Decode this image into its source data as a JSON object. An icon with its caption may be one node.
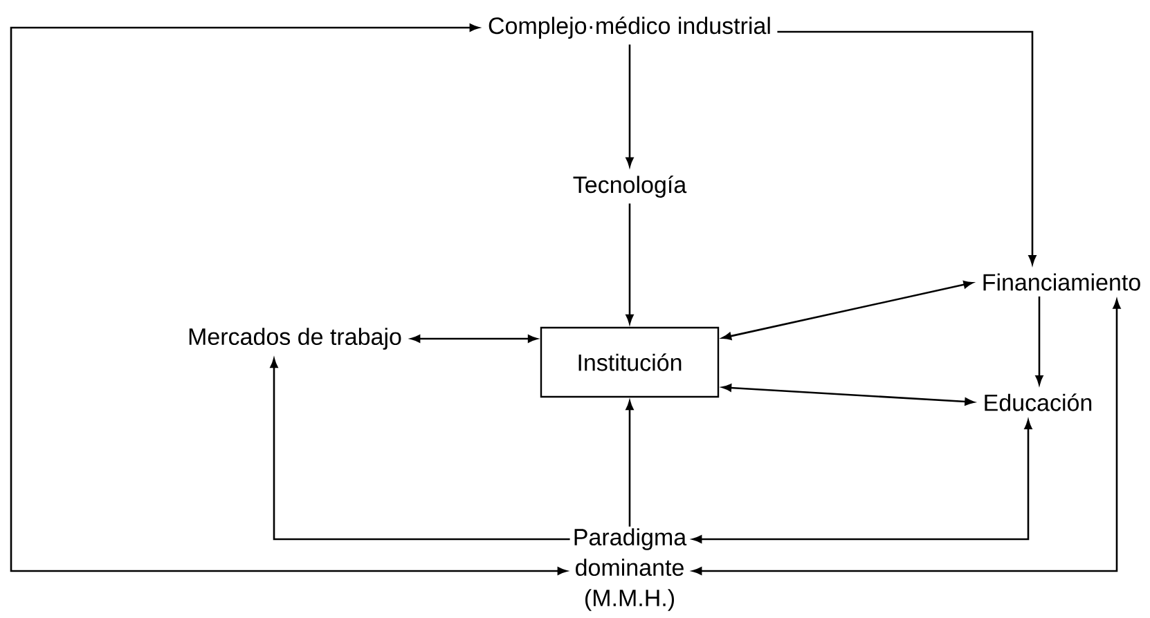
{
  "diagram": {
    "nodes": [
      {
        "text": [
          "Complejo·médico industrial"
        ]
      },
      {
        "text": [
          "Tecnología"
        ]
      },
      {
        "text": [
          "Institución"
        ]
      },
      {
        "text": [
          "Mercados de trabajo"
        ]
      },
      {
        "text": [
          "Financiamiento"
        ]
      },
      {
        "text": [
          "Educación"
        ]
      },
      {
        "text": [
          "Paradigma dominante (M.M.H.)"
        ]
      }
    ],
    "edges": [
      {
        "from": 6,
        "to": 0,
        "arrow": "both"
      },
      {
        "from": 0,
        "to": 1,
        "arrow": "to"
      },
      {
        "from": 1,
        "to": 2,
        "arrow": "to"
      },
      {
        "from": 0,
        "to": 4,
        "arrow": "to"
      },
      {
        "from": 3,
        "to": 2,
        "arrow": "both"
      },
      {
        "from": 2,
        "to": 4,
        "arrow": "both"
      },
      {
        "from": 2,
        "to": 5,
        "arrow": "both"
      },
      {
        "from": 4,
        "to": 5,
        "arrow": "to"
      },
      {
        "from": 6,
        "to": 2,
        "arrow": "to"
      },
      {
        "from": 6,
        "to": 3,
        "arrow": "to"
      },
      {
        "from": 6,
        "to": 5,
        "arrow": "both"
      },
      {
        "from": 6,
        "to": 4,
        "arrow": "both"
      }
    ]
  }
}
